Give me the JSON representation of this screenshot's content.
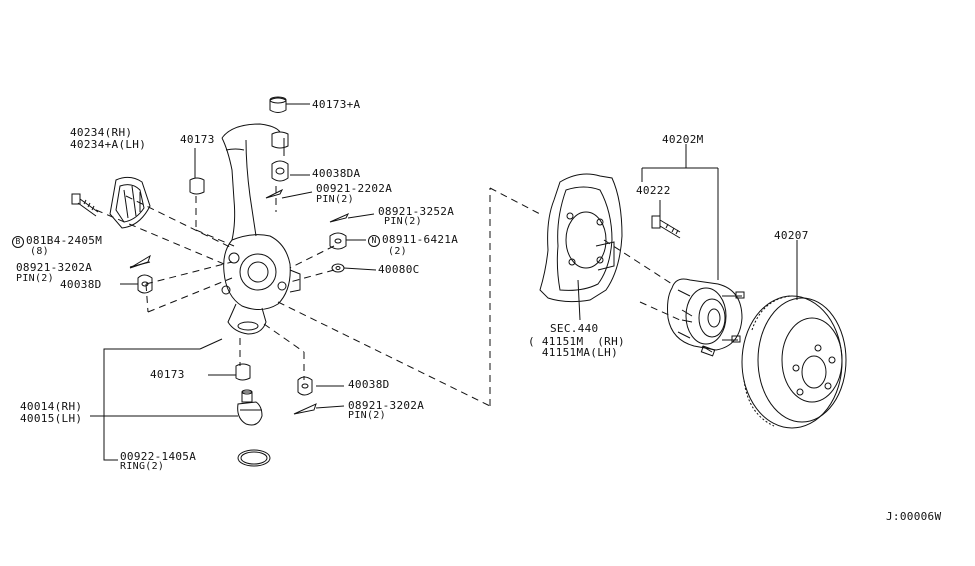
{
  "labels": {
    "p40173a": "40173+A",
    "p40234": "40234(RH)",
    "p40234a": "40234+A(LH)",
    "p40173": "40173",
    "p40038da": "40038DA",
    "p00921": "00921-2202A",
    "p00921_pin": "PIN(2)",
    "p08921_3252": "08921-3252A",
    "p08921_3252_pin": "PIN(2)",
    "p08911_sym": "N",
    "p08911": "08911-6421A",
    "p08911_qty": "(2)",
    "p40080c": "40080C",
    "p081b4_sym": "B",
    "p081b4": "081B4-2405M",
    "p081b4_qty": "(8)",
    "p08921_3202": "08921-3202A",
    "p08921_3202_pin": "PIN(2)",
    "p40038d": "40038D",
    "p40173b": "40173",
    "p40038d2": "40038D",
    "p08921_3202b": "08921-3202A",
    "p08921_3202b_pin": "PIN(2)",
    "p40014": "40014(RH)",
    "p40015": "40015(LH)",
    "p00922": "00922-1405A",
    "p00922_ring": "RING(2)",
    "sec440": "SEC.440",
    "p41151m": "( 41151M  (RH)",
    "p41151ma": "  41151MA(LH)",
    "p40202m": "40202M",
    "p40222": "40222",
    "p40207": "40207",
    "code": "J:00006W"
  },
  "colors": {
    "ink": "#111111",
    "background": "#ffffff"
  }
}
